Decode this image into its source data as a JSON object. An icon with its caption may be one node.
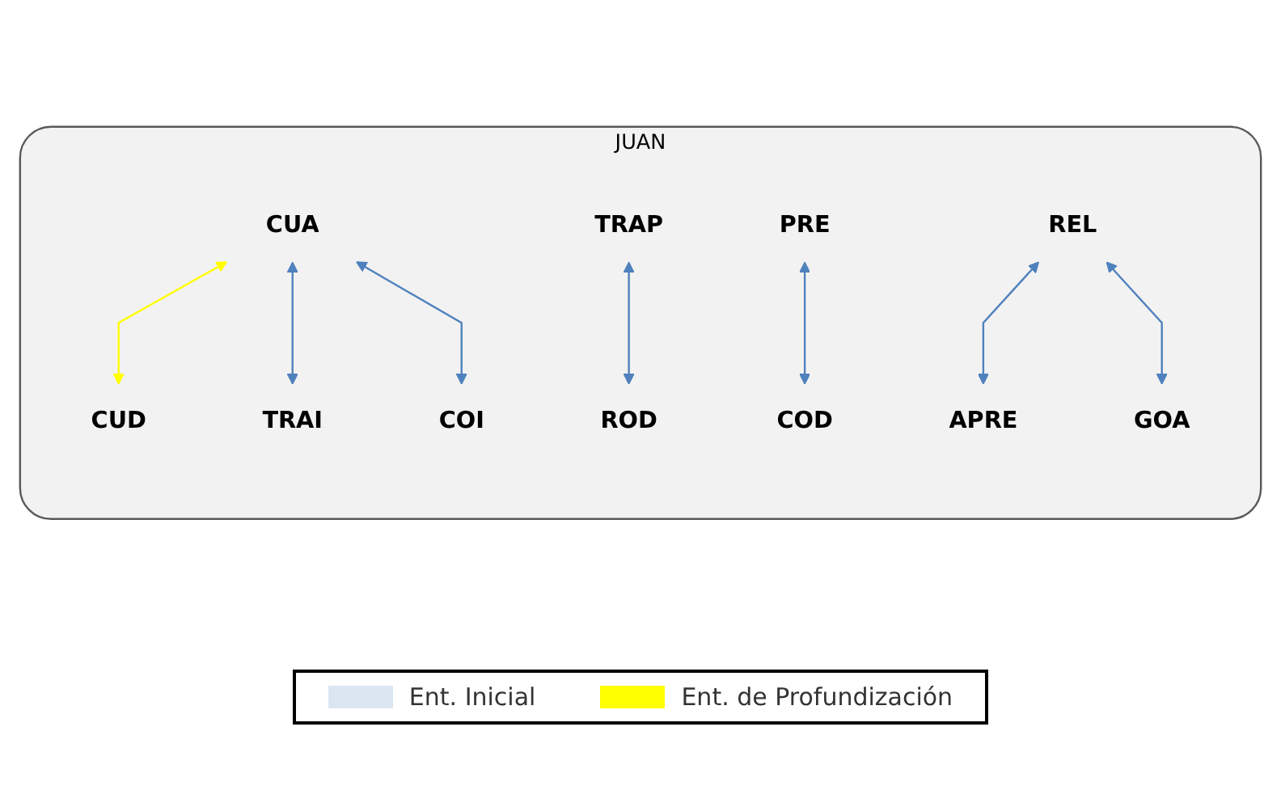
{
  "diagram": {
    "nodes": [
      {
        "text": [
          "JUAN"
        ]
      },
      {
        "text": [
          "CUA"
        ],
        "in": 0
      },
      {
        "text": [
          "CUD"
        ],
        "in": 0
      },
      {
        "text": [
          "TRAP"
        ],
        "in": 0
      },
      {
        "text": [
          "ROD"
        ],
        "in": 0
      },
      {
        "text": [
          "TRAI"
        ],
        "in": 0
      },
      {
        "text": [
          "PRE"
        ],
        "in": 0
      },
      {
        "text": [
          "COI"
        ],
        "in": 0
      },
      {
        "text": [
          "REL"
        ],
        "in": 0
      },
      {
        "text": [
          "COD"
        ],
        "in": 0
      },
      {
        "text": [
          "APRE"
        ],
        "in": 0
      },
      {
        "text": [
          "GOA"
        ],
        "in": 0
      }
    ],
    "edges": [
      {
        "from": 1,
        "to": 2,
        "arrow": "both",
        "color": "#ffff00"
      },
      {
        "from": 3,
        "to": 4,
        "arrow": "both"
      },
      {
        "from": 1,
        "to": 5,
        "arrow": "both"
      },
      {
        "from": 1,
        "to": 7,
        "arrow": "both"
      },
      {
        "from": 6,
        "to": 9,
        "arrow": "both"
      },
      {
        "from": 8,
        "to": 10,
        "arrow": "both"
      },
      {
        "from": 8,
        "to": 11,
        "arrow": "both"
      }
    ],
    "legend": [
      {
        "text": "Ent. Inicial",
        "color": "#dce6f2"
      },
      {
        "text": "Ent. de Profundización",
        "color": "#ffff00"
      }
    ]
  }
}
